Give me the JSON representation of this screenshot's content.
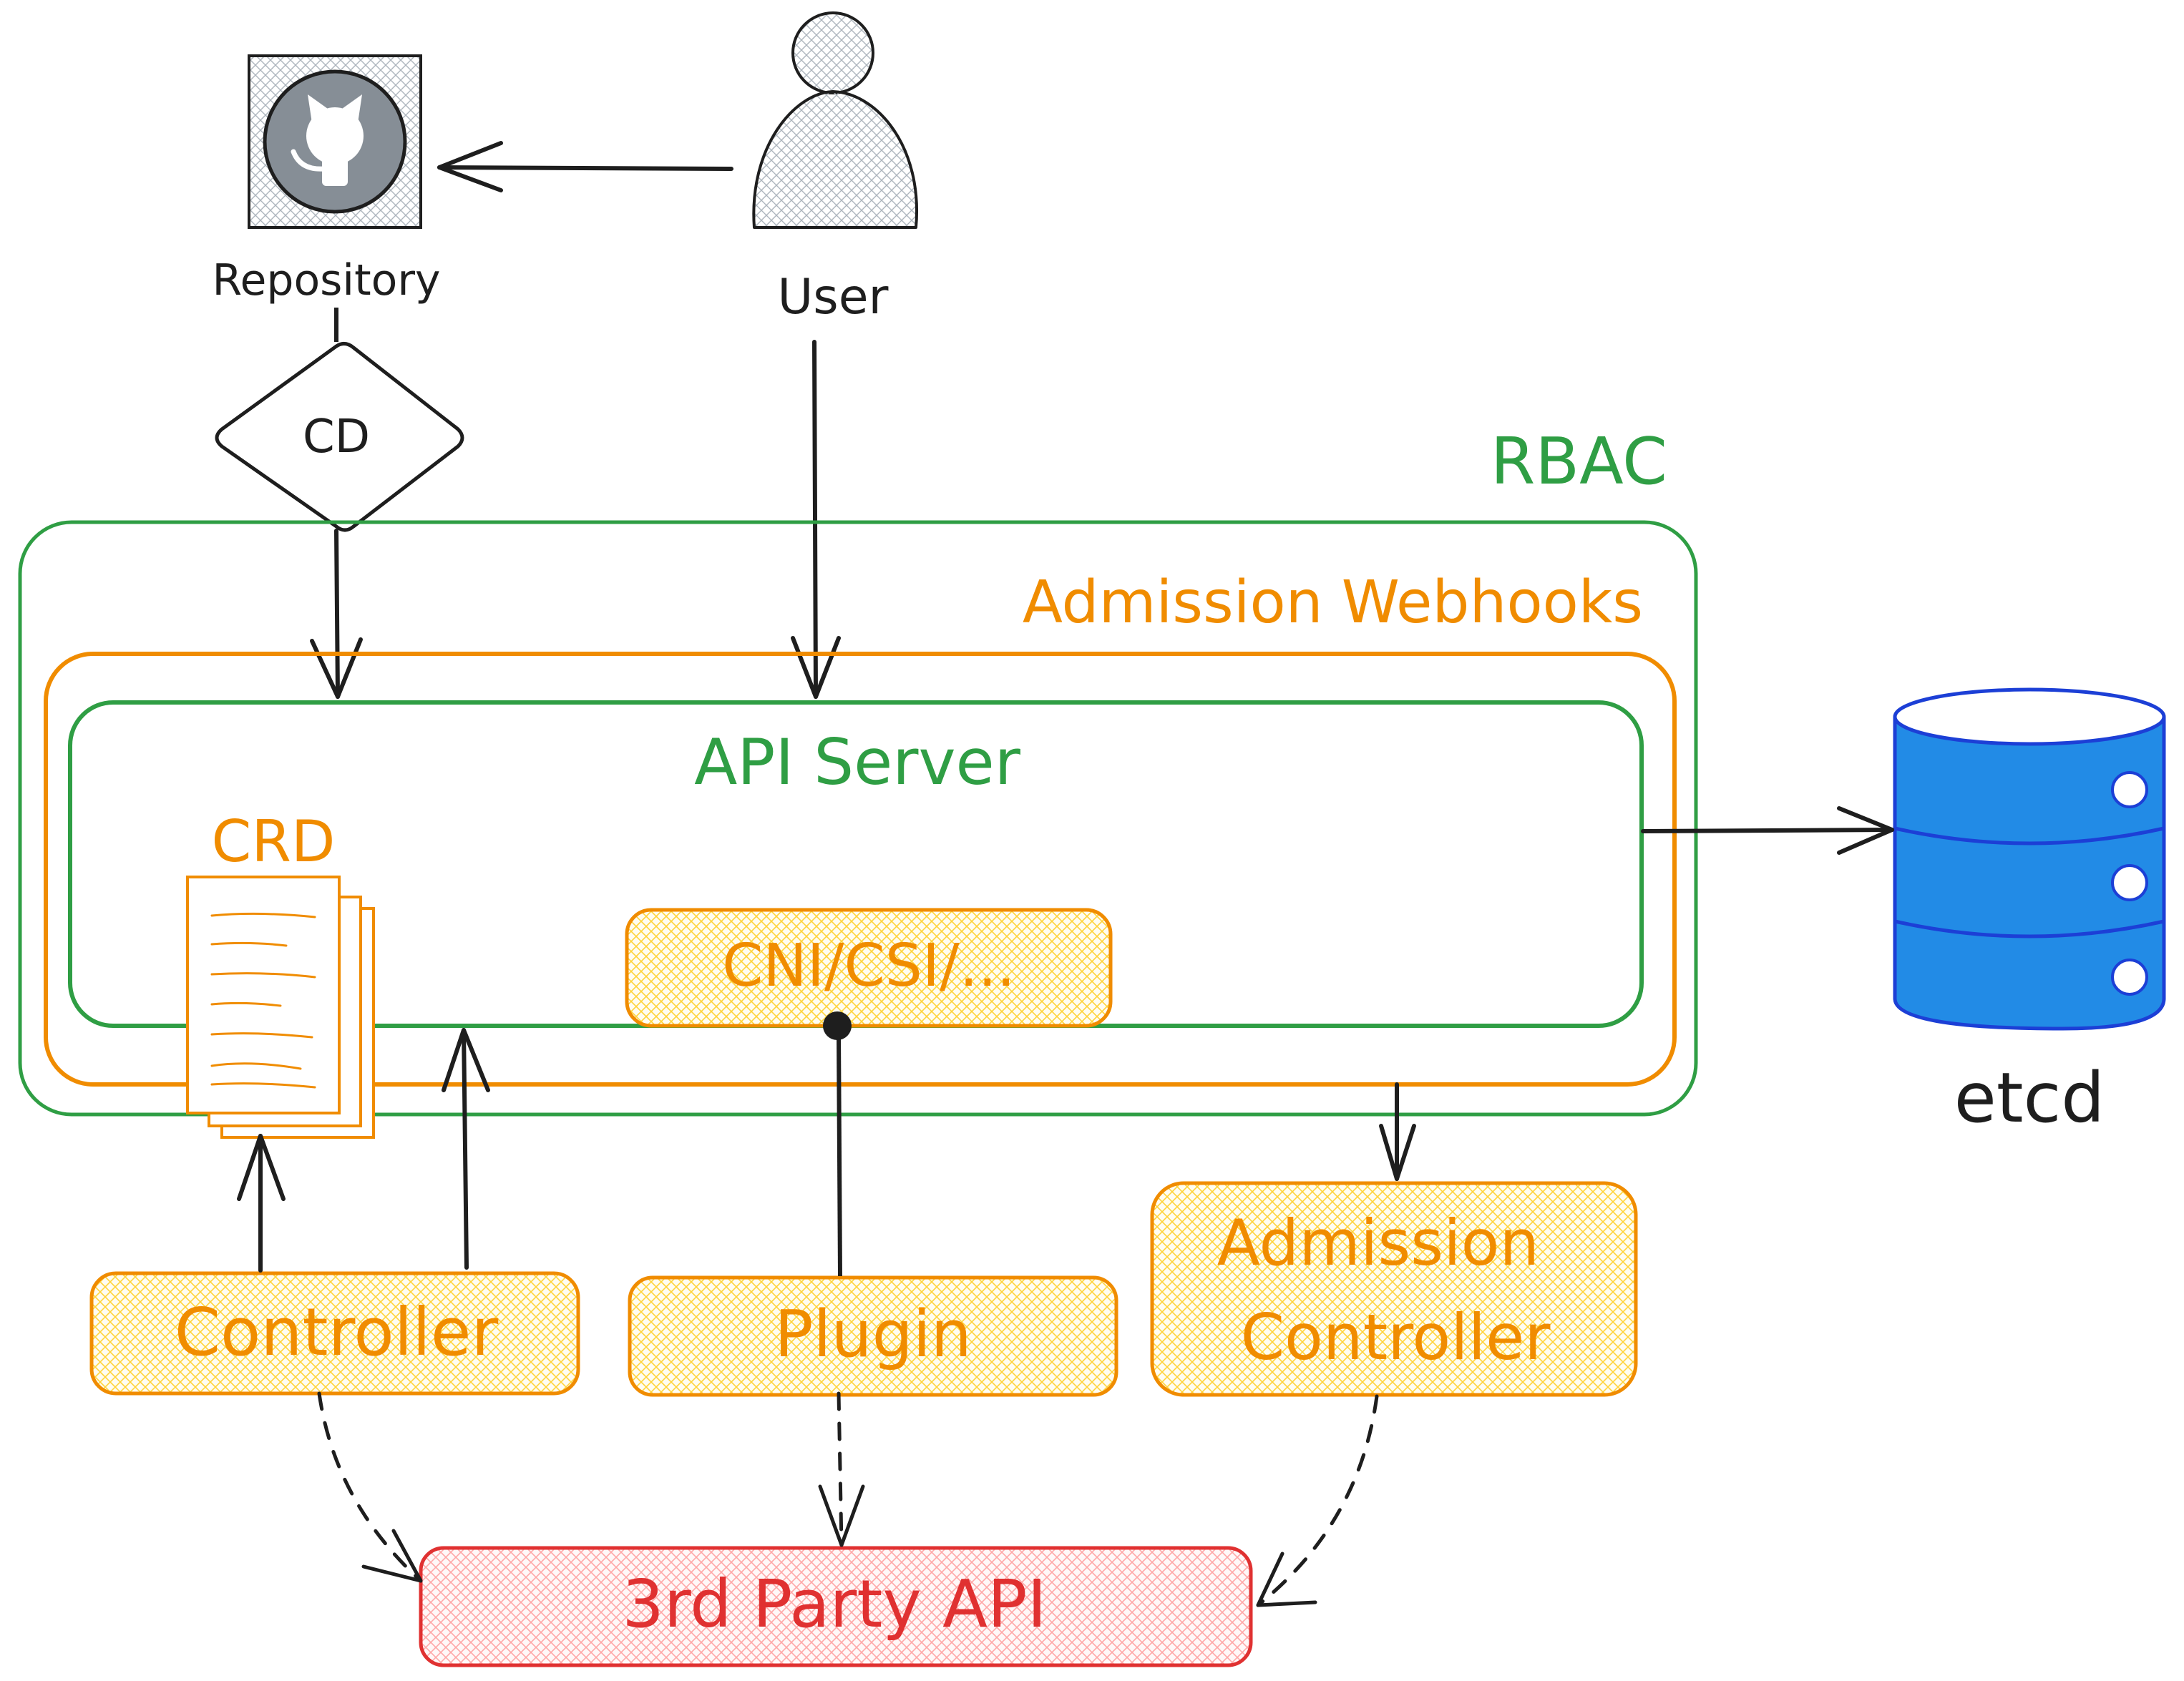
{
  "labels": {
    "repository": "Repository",
    "user": "User",
    "cd": "CD",
    "rbac": "RBAC",
    "admission_webhooks": "Admission Webhooks",
    "api_server": "API Server",
    "crd": "CRD",
    "cni_csi": "CNI/CSI/...",
    "etcd": "etcd",
    "controller": "Controller",
    "plugin": "Plugin",
    "admission_controller_line1": "Admission",
    "admission_controller_line2": "Controller",
    "third_party_api": "3rd Party API"
  },
  "icons": {
    "repository": "github-icon",
    "user": "user-icon",
    "etcd": "database-icon",
    "crd": "document-stack-icon"
  },
  "colors": {
    "stroke": "#1e1e1e",
    "green": "#2f9e44",
    "orange": "#f08c00",
    "orange_fill": "#ffec99",
    "red": "#e03131",
    "red_fill": "#ffc9c9",
    "blue": "#228be6",
    "blue_stroke": "#1c3fd6",
    "gray_fill": "#dee2e6",
    "github_gray": "#868e96"
  }
}
